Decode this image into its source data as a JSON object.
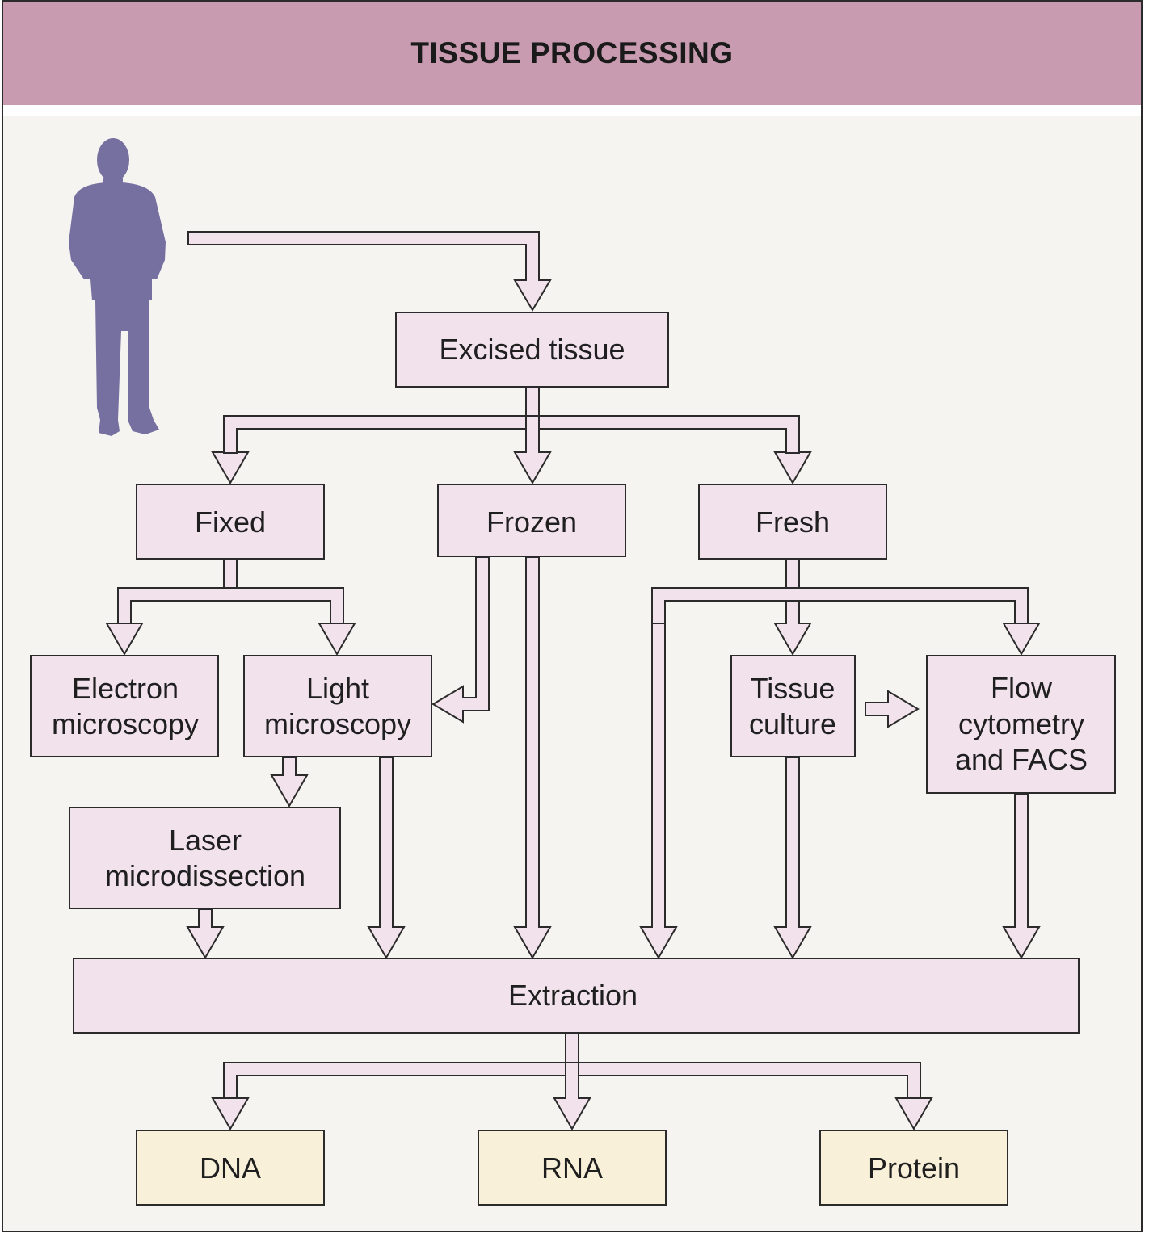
{
  "title": "TISSUE PROCESSING",
  "colors": {
    "header": "#c89bb0",
    "box_fill": "#f2e2ec",
    "output_fill": "#f8f0d8",
    "figure": "#7570a0",
    "background": "#f6f4f0"
  },
  "nodes": {
    "excised": [
      "Excised tissue"
    ],
    "fixed": [
      "Fixed"
    ],
    "frozen": [
      "Frozen"
    ],
    "fresh": [
      "Fresh"
    ],
    "electron": [
      "Electron",
      "microscopy"
    ],
    "light": [
      "Light",
      "microscopy"
    ],
    "laser": [
      "Laser",
      "microdissection"
    ],
    "tissue_culture": [
      "Tissue",
      "culture"
    ],
    "flow": [
      "Flow",
      "cytometry",
      "and FACS"
    ],
    "extraction": [
      "Extraction"
    ],
    "dna": [
      "DNA"
    ],
    "rna": [
      "RNA"
    ],
    "protein": [
      "Protein"
    ]
  },
  "edges": [
    [
      "patient",
      "excised"
    ],
    [
      "excised",
      "fixed"
    ],
    [
      "excised",
      "frozen"
    ],
    [
      "excised",
      "fresh"
    ],
    [
      "fixed",
      "electron"
    ],
    [
      "fixed",
      "light"
    ],
    [
      "frozen",
      "light"
    ],
    [
      "frozen",
      "extraction"
    ],
    [
      "fresh",
      "extraction"
    ],
    [
      "fresh",
      "tissue_culture"
    ],
    [
      "fresh",
      "flow"
    ],
    [
      "tissue_culture",
      "flow"
    ],
    [
      "light",
      "laser"
    ],
    [
      "light",
      "extraction"
    ],
    [
      "laser",
      "extraction"
    ],
    [
      "tissue_culture",
      "extraction"
    ],
    [
      "flow",
      "extraction"
    ],
    [
      "extraction",
      "dna"
    ],
    [
      "extraction",
      "rna"
    ],
    [
      "extraction",
      "protein"
    ]
  ]
}
